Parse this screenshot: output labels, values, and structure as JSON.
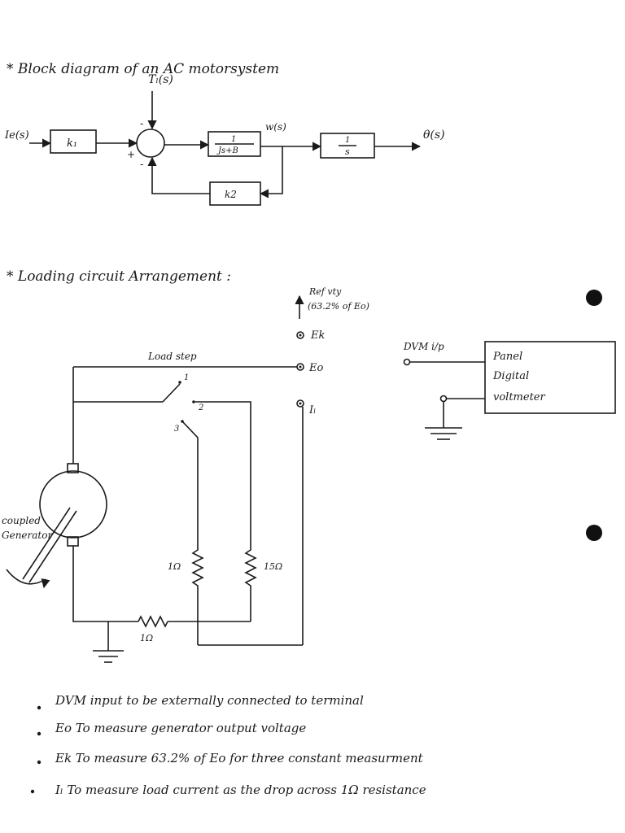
{
  "block_diagram": {
    "heading": "* Block diagram of an AC motorsystem",
    "input_label": "Ie(s)",
    "gain1": "k₁",
    "disturbance": "Tₗ(s)",
    "sum_minus_top": "-",
    "sum_plus": "+",
    "sum_minus_bottom": "-",
    "plant_num": "1",
    "plant_den": "Js+B",
    "omega_label": "w(s)",
    "integrator_num": "1",
    "integrator_den": "s",
    "output_label": "θ(s)",
    "feedback_gain": "k2"
  },
  "loading_circuit": {
    "heading": "* Loading circuit Arrangement :",
    "ref_line1": "Ref vty",
    "ref_line2": "(63.2% of Eo)",
    "terminal_ek": "Ek",
    "terminal_eo": "Eo",
    "terminal_il": "Iₗ",
    "load_step": "Load step",
    "switch_pos1": "1",
    "switch_pos2": "2",
    "switch_pos3": "3",
    "generator_label_line1": "coupled",
    "generator_label_line2": "Generator",
    "r_left": "1Ω",
    "r_right": "15Ω",
    "r_bottom": "1Ω",
    "dvm_label": "DVM i/p",
    "voltmeter_line1": "Panel",
    "voltmeter_line2": "Digital",
    "voltmeter_line3": "voltmeter"
  },
  "notes": [
    "DVM input to be externally connected to terminal",
    "Eo To measure generator output voltage",
    "Ek To measure 63.2% of Eo for three constant measurment",
    "Iₗ To measure load current as the drop across 1Ω resistance"
  ]
}
